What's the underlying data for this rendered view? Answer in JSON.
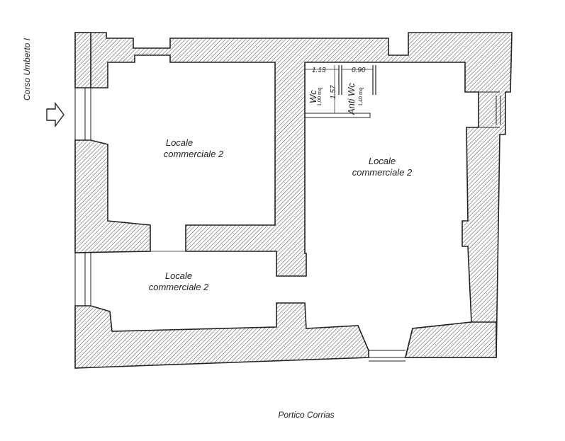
{
  "streets": {
    "north_west": "Corso Umberto I",
    "south": "Portico Corrias"
  },
  "rooms": [
    {
      "line1": "Locale",
      "line2": "commerciale  2"
    },
    {
      "line1": "Locale",
      "line2": "commerciale  2"
    },
    {
      "line1": "Locale",
      "line2": "commerciale  2"
    }
  ],
  "wc": {
    "label": "Wc",
    "area": "1,00 mq"
  },
  "anti_wc": {
    "label": "Anti  Wc",
    "area": "1,40 mq"
  },
  "dimensions": {
    "wc_width": "1.13",
    "anti_wc_width": "0.90",
    "depth": "1.57"
  },
  "colors": {
    "wall_line": "#222222",
    "hatch": "#333333"
  },
  "icons": [
    "entrance-arrow-icon"
  ]
}
